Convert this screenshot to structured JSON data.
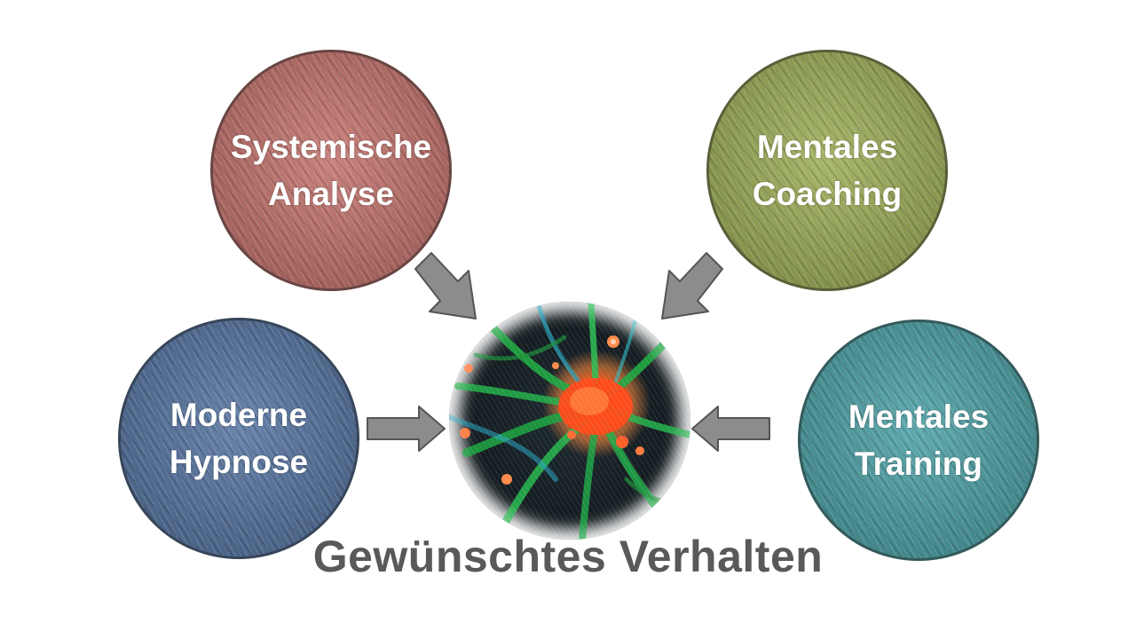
{
  "nodes": {
    "systemische_analyse": {
      "line1": "Systemische",
      "line2": "Analyse",
      "color": "#C4756F"
    },
    "mentales_coaching": {
      "line1": "Mentales",
      "line2": "Coaching",
      "color": "#9EAF5A"
    },
    "moderne_hypnose": {
      "line1": "Moderne",
      "line2": "Hypnose",
      "color": "#5876A2"
    },
    "mentales_training": {
      "line1": "Mentales",
      "line2": "Training",
      "color": "#4FA2A7"
    }
  },
  "center": {
    "label": "Gewünschtes Verhalten",
    "label_color": "#595959"
  },
  "arrow_color": "#8C8C8C"
}
